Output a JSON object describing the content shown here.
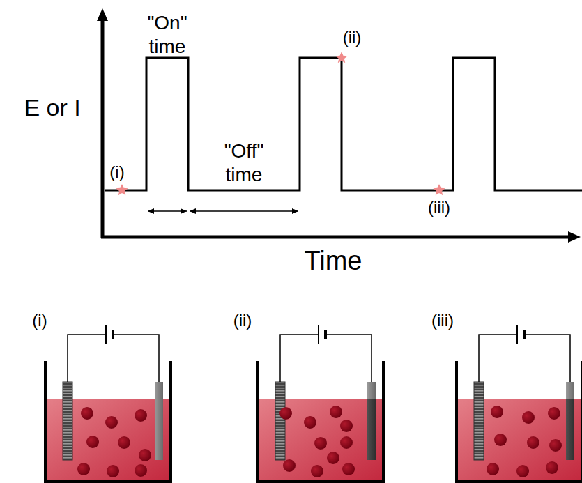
{
  "diagram": {
    "labels": [
      "\"On\" time",
      "\"Off\" time",
      "E or I",
      "Time",
      "(i)",
      "(ii)",
      "(iii)",
      "(i)",
      "(ii)",
      "(iii)"
    ]
  }
}
